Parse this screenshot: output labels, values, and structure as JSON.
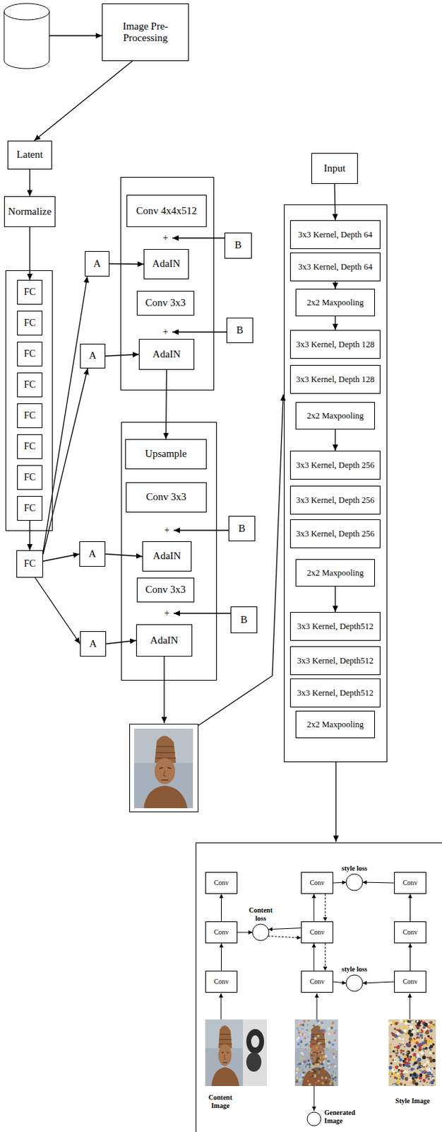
{
  "diagram": {
    "nodes": [
      {
        "text": [
          "Image Pre-Processing"
        ]
      },
      {
        "text": [
          "Latent"
        ]
      },
      {
        "text": [
          "Normalize"
        ]
      },
      {
        "text": [
          "FC"
        ]
      },
      {
        "text": [
          "FC"
        ]
      },
      {
        "text": [
          "FC"
        ]
      },
      {
        "text": [
          "FC"
        ]
      },
      {
        "text": [
          "FC"
        ]
      },
      {
        "text": [
          "FC"
        ]
      },
      {
        "text": [
          "FC"
        ]
      },
      {
        "text": [
          "FC"
        ]
      },
      {
        "text": [
          "FC"
        ]
      },
      {
        "text": [
          "A"
        ]
      },
      {
        "text": [
          "A"
        ]
      },
      {
        "text": [
          "A"
        ]
      },
      {
        "text": [
          "A"
        ]
      },
      {
        "text": [
          "Conv 4x4x512"
        ]
      },
      {
        "text": [
          "AdaIN"
        ]
      },
      {
        "text": [
          "Conv 3x3"
        ]
      },
      {
        "text": [
          "AdaIN"
        ]
      },
      {
        "text": [
          "B"
        ]
      },
      {
        "text": [
          "B"
        ]
      },
      {
        "text": [
          "Upsample"
        ]
      },
      {
        "text": [
          "Conv 3x3"
        ]
      },
      {
        "text": [
          "AdaIN"
        ]
      },
      {
        "text": [
          "Conv 3x3"
        ]
      },
      {
        "text": [
          "AdaIN"
        ]
      },
      {
        "text": [
          "B"
        ]
      },
      {
        "text": [
          "B"
        ]
      },
      {
        "text": [
          "Input"
        ]
      },
      {
        "text": [
          "3x3 Kernel, Depth 64"
        ]
      },
      {
        "text": [
          "3x3 Kernel, Depth 64"
        ]
      },
      {
        "text": [
          "2x2 Maxpooling"
        ]
      },
      {
        "text": [
          "3x3 Kernel, Depth 128"
        ]
      },
      {
        "text": [
          "3x3 Kernel, Depth 128"
        ]
      },
      {
        "text": [
          "2x2 Maxpooling"
        ]
      },
      {
        "text": [
          "3x3 Kernel, Depth 256"
        ]
      },
      {
        "text": [
          "3x3 Kernel, Depth 256"
        ]
      },
      {
        "text": [
          "3x3 Kernel, Depth 256"
        ]
      },
      {
        "text": [
          "2x2 Maxpooling"
        ]
      },
      {
        "text": [
          "3x3 Kernel, Depth512"
        ]
      },
      {
        "text": [
          "3x3 Kernel, Depth512"
        ]
      },
      {
        "text": [
          "3x3 Kernel, Depth512"
        ]
      },
      {
        "text": [
          "2x2 Maxpooling"
        ]
      },
      {
        "text": [
          "Conv"
        ]
      },
      {
        "text": [
          "Conv"
        ]
      },
      {
        "text": [
          "Conv"
        ]
      },
      {
        "text": [
          "Conv"
        ]
      },
      {
        "text": [
          "Conv"
        ]
      },
      {
        "text": [
          "Conv"
        ]
      },
      {
        "text": [
          "Conv"
        ]
      },
      {
        "text": [
          "Conv"
        ]
      },
      {
        "text": [
          "Conv"
        ]
      },
      {
        "text": [
          "style loss"
        ]
      },
      {
        "text": [
          "Content loss"
        ]
      },
      {
        "text": [
          "style loss"
        ]
      },
      {
        "text": [
          "Generated Image"
        ]
      }
    ],
    "edges": [
      {
        "from": 0,
        "to": 1,
        "arrow": "to"
      },
      {
        "from": 1,
        "to": 2,
        "arrow": "to"
      },
      {
        "from": 2,
        "to": 3,
        "arrow": "to"
      },
      {
        "from": 10,
        "to": 11,
        "arrow": "to"
      },
      {
        "from": 11,
        "to": 12,
        "arrow": "to"
      },
      {
        "from": 11,
        "to": 13,
        "arrow": "to"
      },
      {
        "from": 11,
        "to": 14,
        "arrow": "to"
      },
      {
        "from": 11,
        "to": 15,
        "arrow": "to"
      },
      {
        "from": 12,
        "to": 17,
        "arrow": "to"
      },
      {
        "from": 13,
        "to": 19,
        "arrow": "to"
      },
      {
        "from": 14,
        "to": 24,
        "arrow": "to"
      },
      {
        "from": 15,
        "to": 26,
        "arrow": "to"
      },
      {
        "from": 19,
        "to": 22,
        "arrow": "to"
      },
      {
        "from": 29,
        "to": 30,
        "arrow": "to"
      },
      {
        "from": 31,
        "to": 32,
        "arrow": "to"
      },
      {
        "from": 32,
        "to": 33,
        "arrow": "to"
      },
      {
        "from": 35,
        "to": 36,
        "arrow": "to"
      },
      {
        "from": 39,
        "to": 40,
        "arrow": "to"
      },
      {
        "from": 46,
        "to": 45,
        "arrow": "to"
      },
      {
        "from": 45,
        "to": 44,
        "arrow": "to"
      },
      {
        "from": 49,
        "to": 48,
        "arrow": "to"
      },
      {
        "from": 48,
        "to": 47,
        "arrow": "to"
      },
      {
        "from": 47,
        "to": 48,
        "arrow": "to"
      },
      {
        "from": 48,
        "to": 49,
        "arrow": "to"
      },
      {
        "from": 52,
        "to": 51,
        "arrow": "to"
      },
      {
        "from": 51,
        "to": 50,
        "arrow": "to"
      },
      {
        "from": 45,
        "to": 54,
        "arrow": "to"
      },
      {
        "from": 48,
        "to": 54,
        "arrow": "to"
      },
      {
        "from": 54,
        "to": 48,
        "arrow": "to"
      },
      {
        "from": 47,
        "to": 53,
        "arrow": "to"
      },
      {
        "from": 50,
        "to": 53,
        "arrow": "to"
      },
      {
        "from": 49,
        "to": 55,
        "arrow": "to"
      },
      {
        "from": 52,
        "to": 55,
        "arrow": "to"
      }
    ],
    "labels": [
      "+",
      "+",
      "+",
      "+",
      "Content Image",
      "Style Image"
    ]
  }
}
